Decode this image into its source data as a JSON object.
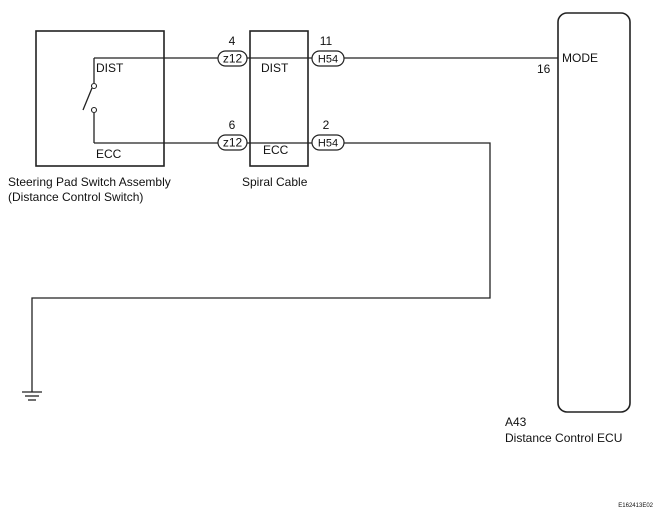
{
  "components": {
    "switch_assembly": {
      "name_line1": "Steering Pad Switch Assembly",
      "name_line2": "(Distance Control Switch)",
      "terminal_dist": "DIST",
      "terminal_ecc": "ECC"
    },
    "spiral_cable": {
      "name": "Spiral Cable",
      "terminal_dist": "DIST",
      "terminal_ecc": "ECC"
    },
    "ecu": {
      "code": "A43",
      "name": "Distance Control ECU",
      "terminal_mode": "MODE",
      "pin_mode": "16"
    }
  },
  "connectors": {
    "z12_dist": {
      "label": "z12",
      "pin": "4"
    },
    "z12_ecc": {
      "label": "z12",
      "pin": "6"
    },
    "h54_dist": {
      "label": "H54",
      "pin": "11"
    },
    "h54_ecc": {
      "label": "H54",
      "pin": "2"
    }
  },
  "figure_code": "E162413E02"
}
